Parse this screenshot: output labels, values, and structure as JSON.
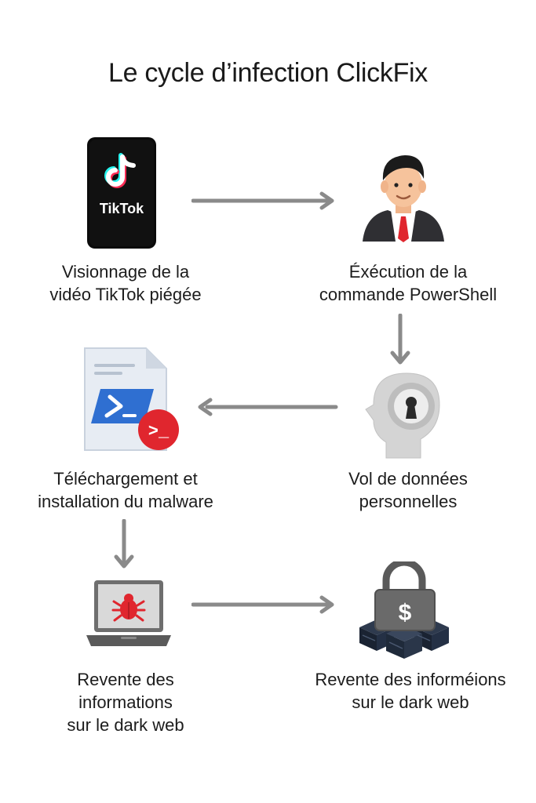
{
  "title": "Le cycle d’infection ClickFix",
  "colors": {
    "arrow": "#8a8a8a",
    "accent_red": "#e0262e",
    "dark": "#2b2b2b",
    "server": "#1f2a3a"
  },
  "nodes": [
    {
      "id": "tiktok",
      "icon": "tiktok-phone-icon",
      "logo_text": "TikTok",
      "lines": [
        "Visionnage de la",
        "vidéo TikTok piégée"
      ]
    },
    {
      "id": "powershell",
      "icon": "businessman-icon",
      "lines": [
        "Éxécution de la",
        "commande PowerShell"
      ]
    },
    {
      "id": "data-theft",
      "icon": "head-keyhole-icon",
      "lines": [
        "Vol de données",
        "personnelles"
      ]
    },
    {
      "id": "malware",
      "icon": "powershell-file-icon",
      "prompt_symbol": ">_",
      "lines": [
        "Téléchargement et",
        "installation du malware"
      ]
    },
    {
      "id": "resale-left",
      "icon": "laptop-bug-icon",
      "lines": [
        "Revente des",
        "informations",
        "sur le dark web"
      ]
    },
    {
      "id": "resale-right",
      "icon": "locked-server-icon",
      "currency_symbol": "$",
      "lines": [
        "Revente des informéions",
        "sur le dark web"
      ]
    }
  ]
}
